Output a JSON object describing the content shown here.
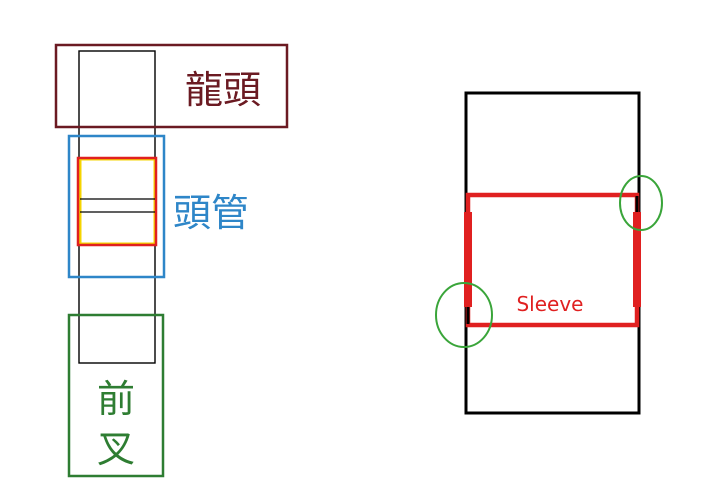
{
  "labels": {
    "stem": "龍頭",
    "head_tube": "頭管",
    "fork_line1": "前",
    "fork_line2": "叉",
    "sleeve": "Sleeve"
  },
  "colors": {
    "background": "#ffffff",
    "stem": "#6b1a22",
    "head_tube": "#2e86c8",
    "fork": "#2e7d32",
    "sleeve": "#e02020",
    "highlight": "#f5d400",
    "callout": "#3aa53a",
    "outline": "#000000"
  }
}
